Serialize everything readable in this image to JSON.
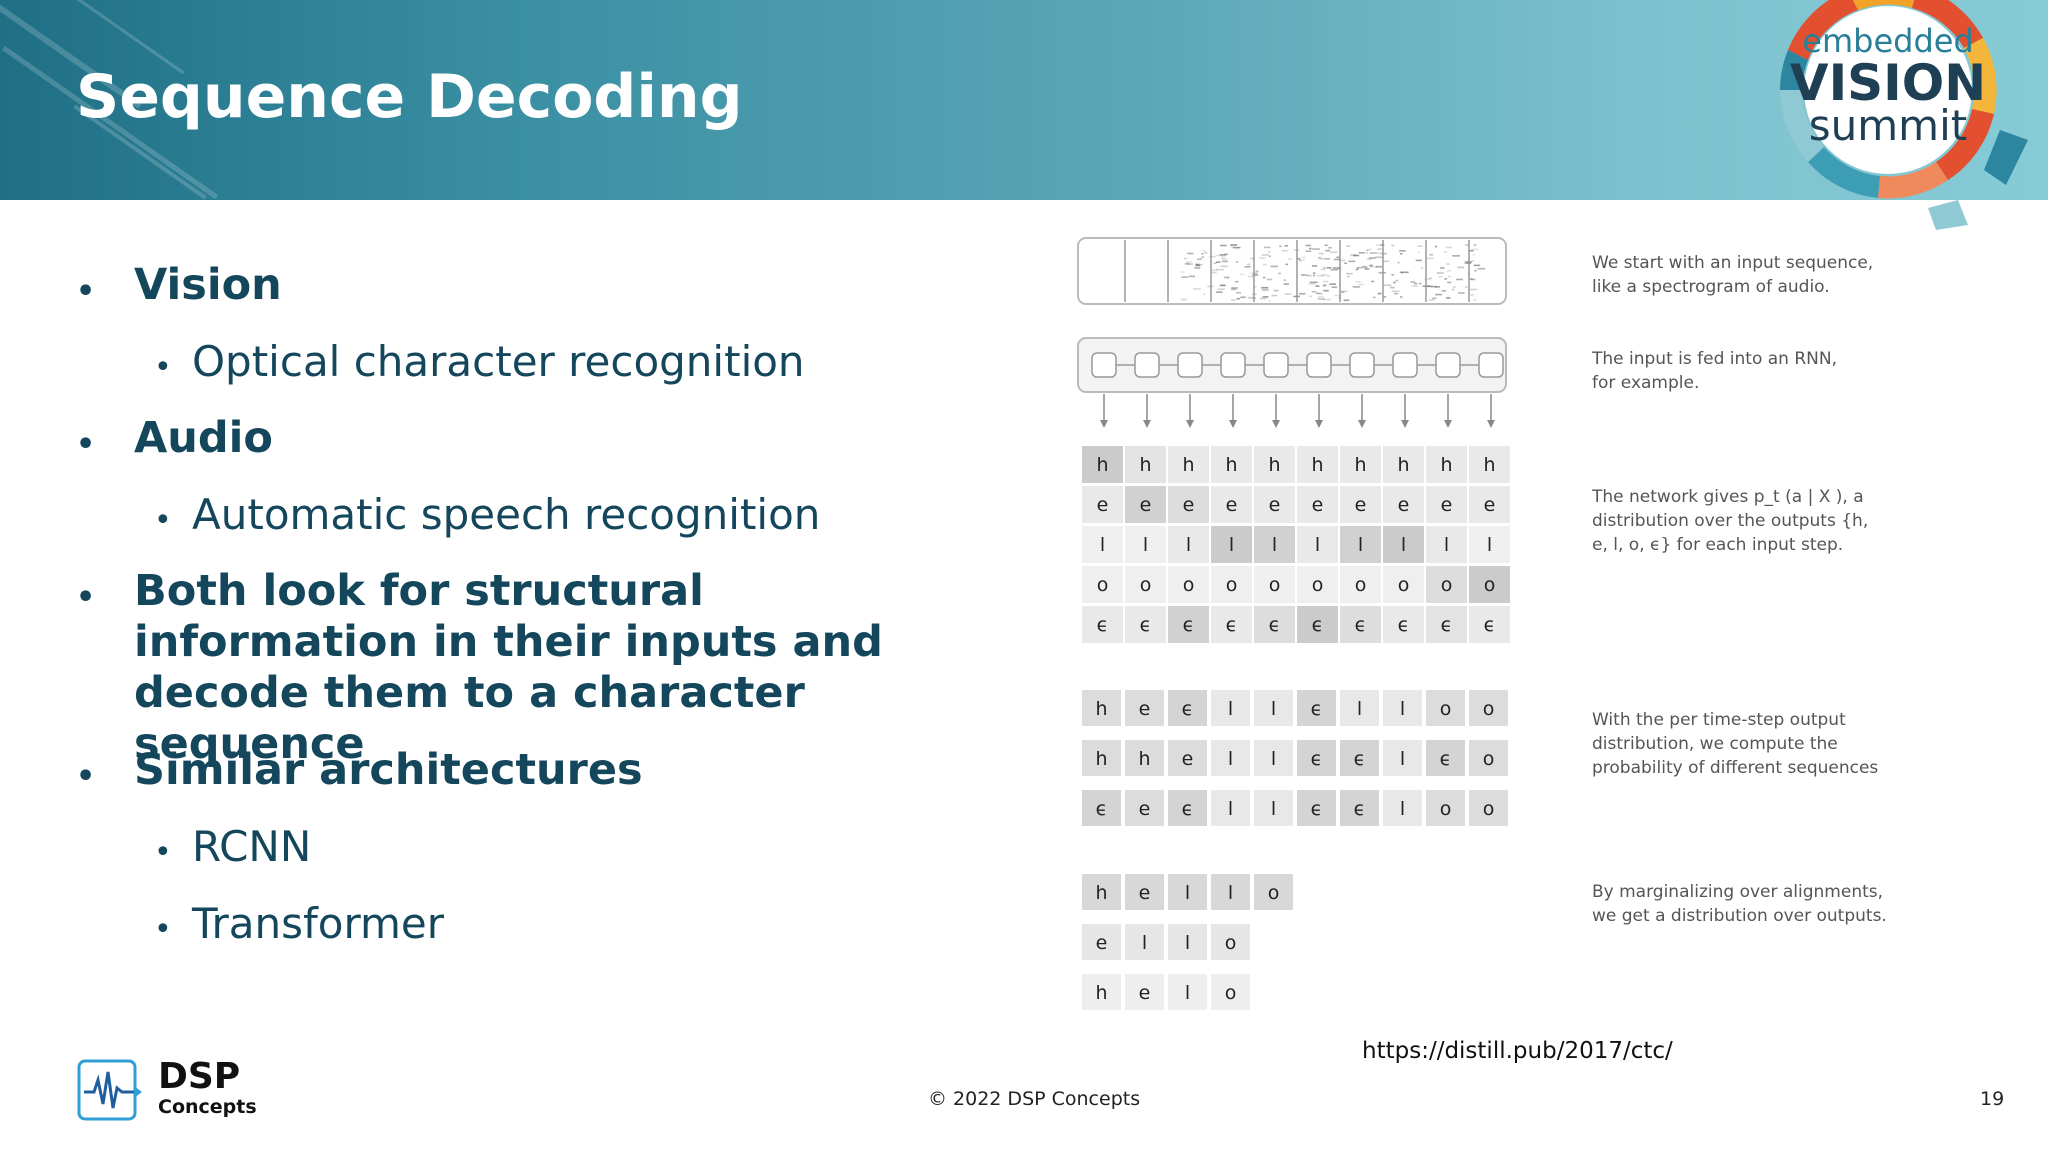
{
  "header": {
    "title": "Sequence Decoding"
  },
  "logo": {
    "line1": "embedded",
    "line2": "VISION",
    "line3": "summit"
  },
  "bullets": [
    {
      "level": 1,
      "text": "Vision"
    },
    {
      "level": 2,
      "text": "Optical character recognition"
    },
    {
      "level": 1,
      "text": "Audio"
    },
    {
      "level": 2,
      "text": "Automatic speech recognition"
    },
    {
      "level": 1,
      "text": "Both look for structural information in their inputs and decode them to a character sequence"
    },
    {
      "level": 1,
      "text": "Similar architectures"
    },
    {
      "level": 2,
      "text": "RCNN"
    },
    {
      "level": 2,
      "text": "Transformer"
    }
  ],
  "bullet_glyph": "•",
  "figure": {
    "captions": [
      "We start with an input sequence, like a spectrogram of audio.",
      "The input is fed into an RNN, for example.",
      "The network gives p_t (a | X ), a distribution over the outputs {h, e, l, o, ϵ} for each input step.",
      "With the per time-step output distribution, we compute the probability of different sequences",
      "By marginalizing over alignments, we get a distribution over outputs."
    ],
    "distribution_rows": [
      "h",
      "e",
      "l",
      "o",
      "ϵ"
    ],
    "alignments": [
      [
        "h",
        "e",
        "ϵ",
        "l",
        "l",
        "ϵ",
        "l",
        "l",
        "o",
        "o"
      ],
      [
        "h",
        "h",
        "e",
        "l",
        "l",
        "ϵ",
        "ϵ",
        "l",
        "ϵ",
        "o"
      ],
      [
        "ϵ",
        "e",
        "ϵ",
        "l",
        "l",
        "ϵ",
        "ϵ",
        "l",
        "o",
        "o"
      ]
    ],
    "outputs": [
      [
        "h",
        "e",
        "l",
        "l",
        "o"
      ],
      [
        "e",
        "l",
        "l",
        "o"
      ],
      [
        "h",
        "e",
        "l",
        "o"
      ]
    ]
  },
  "source_url": "https://distill.pub/2017/ctc/",
  "footer": {
    "company_line1": "DSP",
    "company_line2": "Concepts",
    "copyright": "© 2022 DSP Concepts",
    "page_number": "19"
  }
}
